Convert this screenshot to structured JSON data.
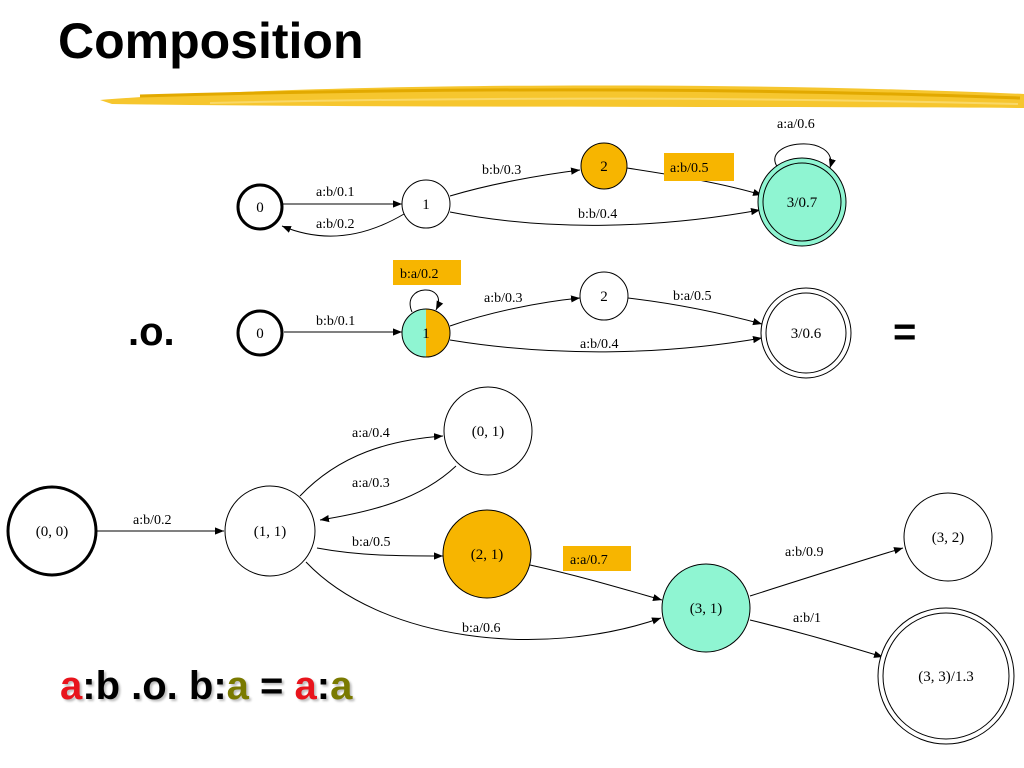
{
  "title": "Composition",
  "colors": {
    "highlight_yellow": "#f7b500",
    "highlight_green": "#8ff5d2",
    "equation_red": "#e8141c",
    "equation_olive": "#7a7a00"
  },
  "operators": {
    "compose": ".o.",
    "equals": "="
  },
  "fst1": {
    "nodes": [
      "0",
      "1",
      "2",
      "3/0.7"
    ],
    "edges": [
      "a:b/0.1",
      "a:b/0.2",
      "b:b/0.3",
      "b:b/0.4",
      "a:b/0.5",
      "a:a/0.6"
    ]
  },
  "fst2": {
    "nodes": [
      "0",
      "1",
      "2",
      "3/0.6"
    ],
    "edges": [
      "b:b/0.1",
      "b:a/0.2",
      "a:b/0.3",
      "b:a/0.5",
      "a:b/0.4"
    ]
  },
  "result": {
    "nodes": [
      "(0, 0)",
      "(1, 1)",
      "(0, 1)",
      "(2, 1)",
      "(3, 1)",
      "(3, 2)",
      "(3, 3)/1.3"
    ],
    "edges": [
      "a:b/0.2",
      "a:a/0.4",
      "a:a/0.3",
      "b:a/0.5",
      "a:a/0.7",
      "b:a/0.6",
      "a:b/0.9",
      "a:b/1"
    ]
  },
  "equation": {
    "p1": "a",
    "p2": ":b .o. b:",
    "p3": "a",
    "p4": " = ",
    "p5": "a",
    "p6": ":",
    "p7": "a"
  }
}
